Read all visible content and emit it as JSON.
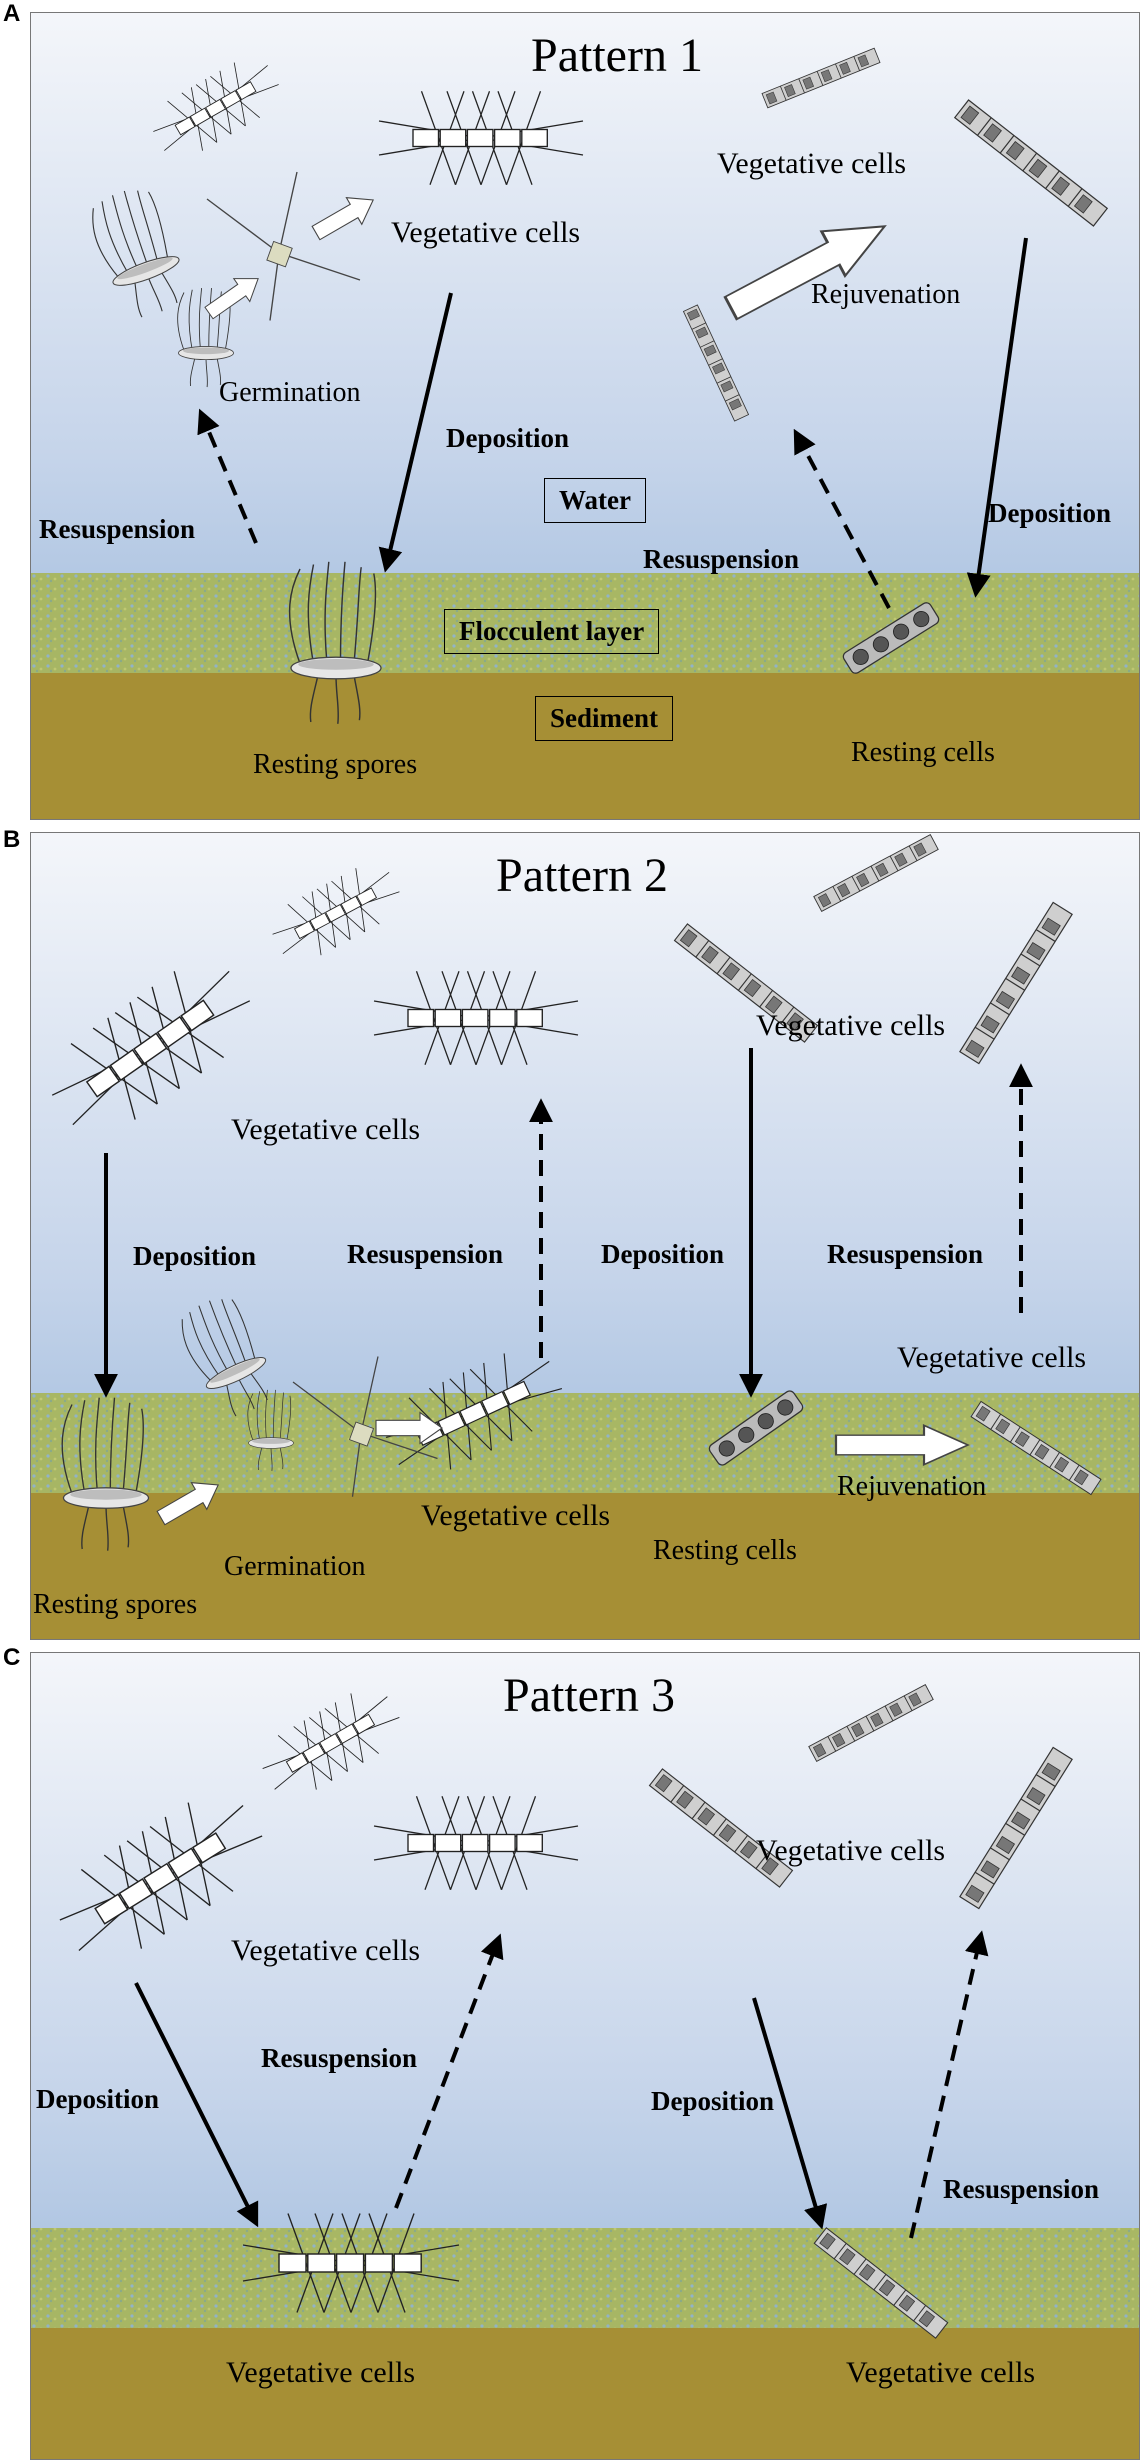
{
  "panels": [
    {
      "letter": "A",
      "title": "Pattern 1",
      "labels": {
        "veg_left": "Vegetative cells",
        "veg_right": "Vegetative cells",
        "germination": "Germination",
        "deposition_left": "Deposition",
        "deposition_right": "Deposition",
        "resuspension_left": "Resuspension",
        "resuspension_right": "Resuspension",
        "rejuvenation": "Rejuvenation",
        "resting_spores": "Resting spores",
        "resting_cells": "Resting cells"
      },
      "layers": {
        "water": "Water",
        "flocculent": "Flocculent layer",
        "sediment": "Sediment"
      }
    },
    {
      "letter": "B",
      "title": "Pattern 2",
      "labels": {
        "veg_top_left": "Vegetative cells",
        "veg_top_right": "Vegetative cells",
        "veg_mid_right": "Vegetative cells",
        "veg_floc": "Vegetative cells",
        "deposition_left": "Deposition",
        "deposition_right": "Deposition",
        "resuspension_left": "Resuspension",
        "resuspension_right": "Resuspension",
        "germination": "Germination",
        "rejuvenation": "Rejuvenation",
        "resting_spores": "Resting spores",
        "resting_cells": "Resting cells"
      }
    },
    {
      "letter": "C",
      "title": "Pattern 3",
      "labels": {
        "veg_top_left": "Vegetative cells",
        "veg_top_right": "Vegetative cells",
        "veg_bottom_left": "Vegetative cells",
        "veg_bottom_right": "Vegetative cells",
        "deposition_left": "Deposition",
        "deposition_right": "Deposition",
        "resuspension_left": "Resuspension",
        "resuspension_right": "Resuspension"
      }
    }
  ],
  "colors": {
    "water_top": "#f4f6fa",
    "water_bottom": "#8fb0d6",
    "flocculent": "#a9b14a",
    "sediment": "#a68f35",
    "arrow": "#000000"
  }
}
